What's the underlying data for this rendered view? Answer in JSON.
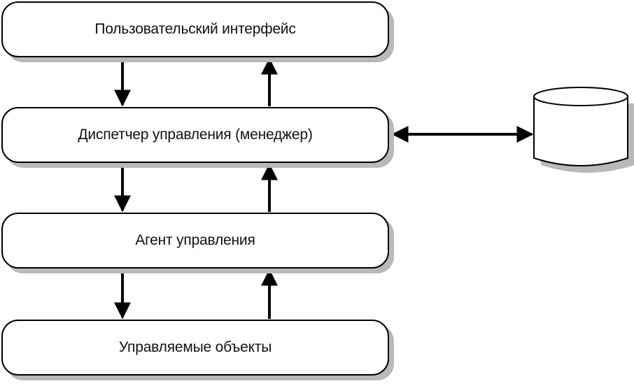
{
  "diagram": {
    "boxes": {
      "user_interface": "Пользовательский интерфейс",
      "manager": "Диспетчер управления (менеджер)",
      "agent": "Агент управления",
      "managed_objects": "Управляемые объекты"
    },
    "database": {
      "icon": "database-cylinder-icon"
    },
    "colors": {
      "stroke": "#000000",
      "shadow": "#b9b9b9",
      "fill": "#ffffff"
    }
  }
}
